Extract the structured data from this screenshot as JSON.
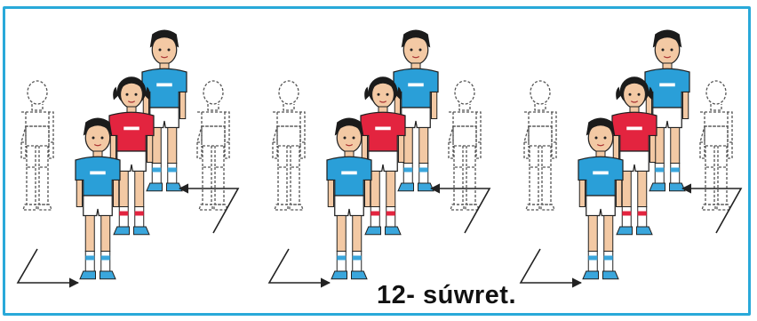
{
  "figure": {
    "caption": "12- súwret.",
    "colors": {
      "frame": "#29a9d9",
      "blue_shirt": "#2a9fd8",
      "red_shirt": "#e3243f",
      "shorts": "#ffffff",
      "socks_shoes": "#3aa6dc",
      "outline": "#222222",
      "skin": "#f3c9a4",
      "hair": "#1b1b1b"
    },
    "panels": [
      {
        "id": "panel-1",
        "description": "ghost-figures-and-three-children"
      },
      {
        "id": "panel-2",
        "description": "ghost-figures-and-three-children"
      },
      {
        "id": "panel-3",
        "description": "ghost-figures-and-three-children"
      }
    ]
  }
}
